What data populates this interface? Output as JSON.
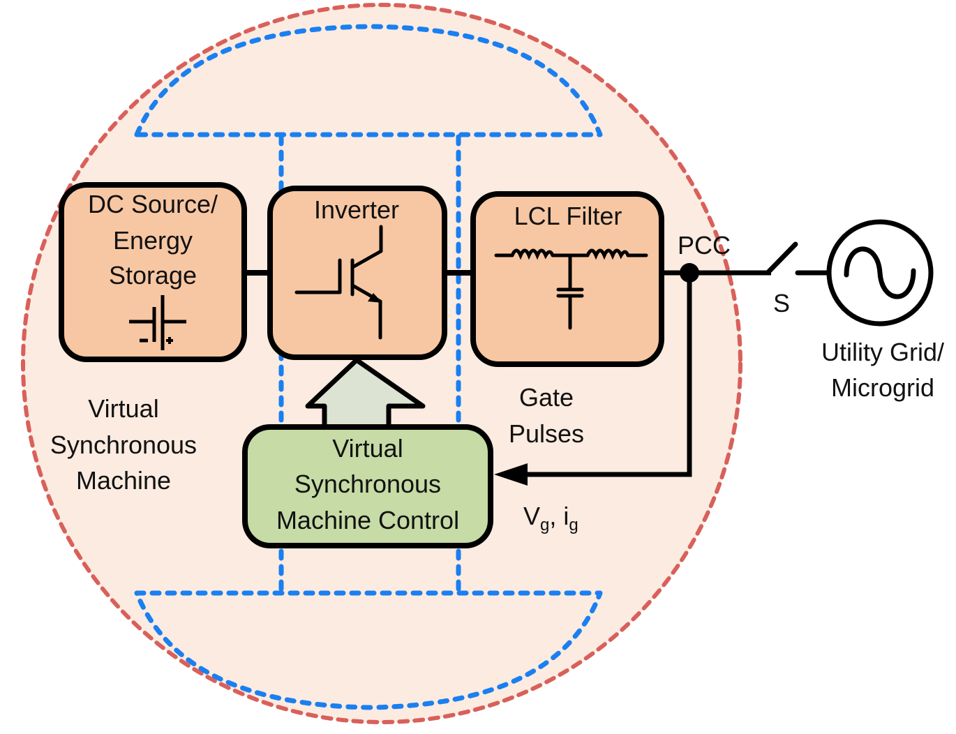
{
  "colors": {
    "outer_circle_fill": "#fbebe0",
    "outer_circle_stroke": "#d9605a",
    "inner_dashed": "#1a7ff0",
    "block_orange": "#f7c7a3",
    "block_green": "#c6dba5",
    "arrow_fill": "#dde3d2",
    "line": "#000000"
  },
  "blocks": {
    "dc_source": {
      "lines": [
        "DC Source/",
        "Energy",
        "Storage"
      ],
      "icon": "battery-icon"
    },
    "inverter": {
      "lines": [
        "Inverter"
      ],
      "icon": "igbt-transistor-icon"
    },
    "lcl_filter": {
      "lines": [
        "LCL Filter"
      ],
      "icon": "lcl-circuit-icon"
    },
    "vsm_control": {
      "lines": [
        "Virtual",
        "Synchronous",
        "Machine Control"
      ]
    }
  },
  "labels": {
    "vsm": [
      "Virtual",
      "Synchronous",
      "Machine"
    ],
    "gate_pulses": [
      "Gate",
      "Pulses"
    ],
    "pcc": "PCC",
    "switch": "S",
    "grid": [
      "Utility Grid/",
      "Microgrid"
    ],
    "feedback_v": "V",
    "feedback_v_sub": "g",
    "feedback_sep": ", ",
    "feedback_i": "i",
    "feedback_i_sub": "g"
  }
}
